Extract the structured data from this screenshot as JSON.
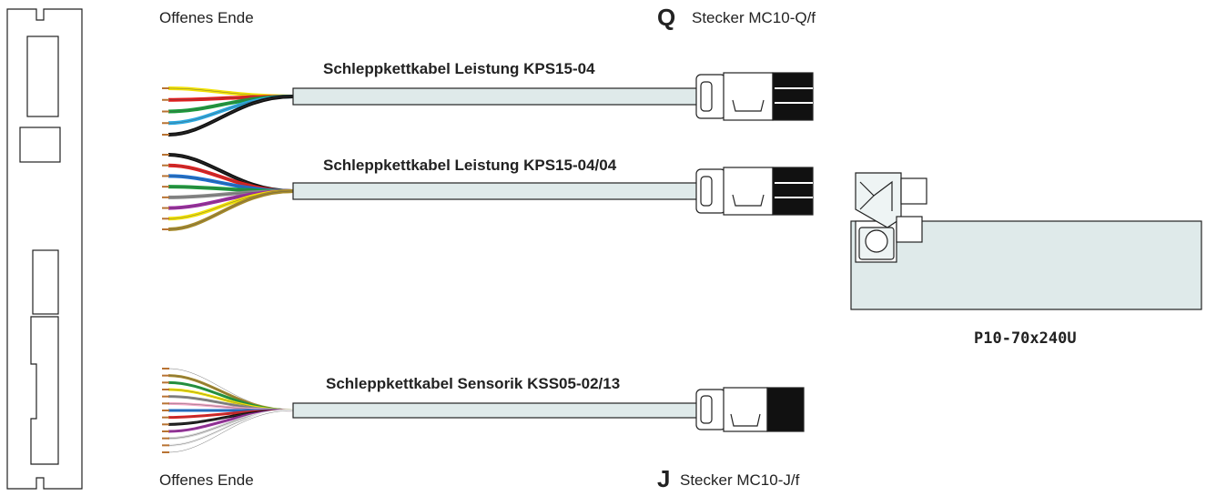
{
  "labels": {
    "open_end_top": "Offenes Ende",
    "open_end_bottom": "Offenes Ende",
    "connector_q_letter": "Q",
    "connector_q_name": "Stecker MC10-Q/f",
    "connector_j_letter": "J",
    "connector_j_name": "Stecker MC10-J/f",
    "motor_model": "P10-70x240U"
  },
  "cables": [
    {
      "title": "Schleppkettkabel Leistung KPS15-04",
      "wire_colors": [
        "#f2e205",
        "#e01e1e",
        "#1a9a3a",
        "#2aa8e0",
        "#111111"
      ]
    },
    {
      "title": "Schleppkettkabel Leistung KPS15-04/04",
      "wire_colors": [
        "#111111",
        "#e01e1e",
        "#1a6fd0",
        "#1a9a3a",
        "#8a8a8a",
        "#9b2aa0",
        "#f2e205",
        "#a68a2a"
      ]
    },
    {
      "title": "Schleppkettkabel Sensorik KSS05-02/13",
      "wire_colors": [
        "#ffffff",
        "#a68a2a",
        "#1a9a3a",
        "#f2e205",
        "#8a8a8a",
        "#f2a8c8",
        "#1a6fd0",
        "#e01e1e",
        "#111111",
        "#9b2aa0",
        "#d8d8d8",
        "#eeeeee",
        "#ffffff"
      ]
    }
  ],
  "colors": {
    "cable_jacket": "#dfeaea",
    "outline": "#222222",
    "motor_body": "#dfeaea"
  }
}
